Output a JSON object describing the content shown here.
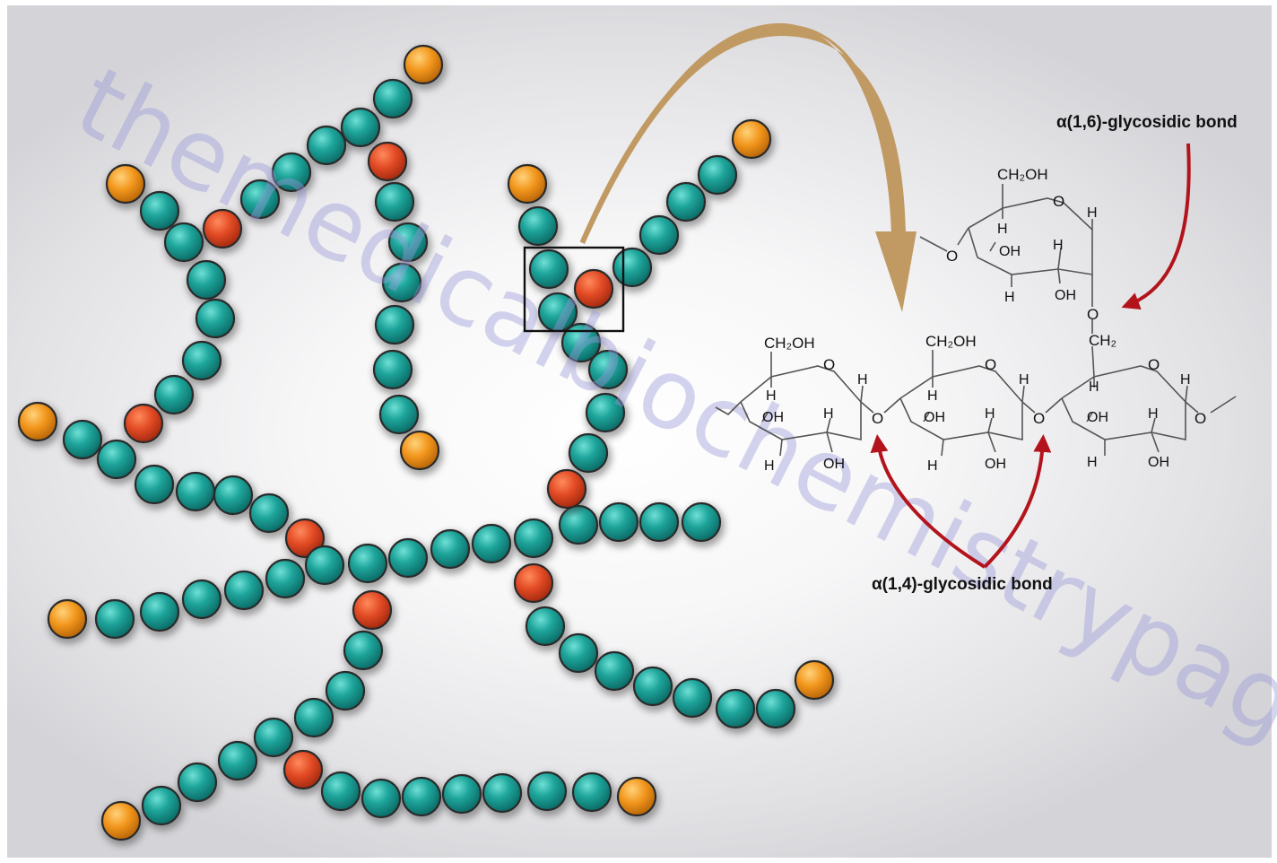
{
  "labels": {
    "bond_16": "α(1,6)-glycosidic bond",
    "bond_14": "α(1,4)-glycosidic bond"
  },
  "watermark": "themedicalbiochemistrypage.org",
  "atoms": {
    "o": "O",
    "h": "H",
    "oh": "OH",
    "ch2oh": "CH₂OH",
    "ch2": "CH₂"
  },
  "colors": {
    "glucose": "#1b9e96",
    "branch_point": "#e0502a",
    "chain_end": "#f0961f",
    "main_arrow": "#c19a63",
    "bond_arrow": "#b3141c"
  }
}
